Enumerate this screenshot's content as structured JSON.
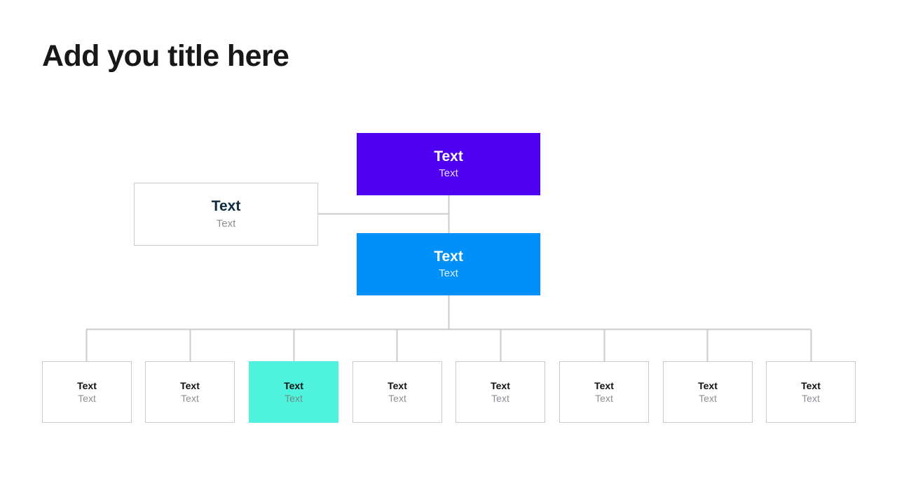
{
  "slide": {
    "title": "Add you title here",
    "background_color": "#ffffff",
    "title_color": "#17181a"
  },
  "palette": {
    "root_purple": "#5000f0",
    "second_blue": "#0090fa",
    "highlight_teal": "#4ff2dc",
    "box_border": "#c9cbcd",
    "connector": "#c9cbcd",
    "navy_text": "#0d2b45",
    "muted_text": "#8a8f94",
    "dark_text": "#101114"
  },
  "chart_data": {
    "type": "diagram",
    "diagram_kind": "organization-chart",
    "title": "Add you title here",
    "levels": 3,
    "nodes": [
      {
        "id": "root",
        "level": 1,
        "title": "Text",
        "subtitle": "Text",
        "fill": "#5000f0",
        "text_color": "#ffffff"
      },
      {
        "id": "side",
        "level": 1,
        "title": "Text",
        "subtitle": "Text",
        "fill": "#ffffff",
        "text_color": "#0d2b45"
      },
      {
        "id": "second",
        "level": 2,
        "title": "Text",
        "subtitle": "Text",
        "fill": "#0090fa",
        "text_color": "#ffffff"
      },
      {
        "id": "leaf-1",
        "level": 3,
        "title": "Text",
        "subtitle": "Text",
        "fill": "#ffffff",
        "text_color": "#101114"
      },
      {
        "id": "leaf-2",
        "level": 3,
        "title": "Text",
        "subtitle": "Text",
        "fill": "#ffffff",
        "text_color": "#101114"
      },
      {
        "id": "leaf-3",
        "level": 3,
        "title": "Text",
        "subtitle": "Text",
        "fill": "#4ff2dc",
        "text_color": "#0c1013"
      },
      {
        "id": "leaf-4",
        "level": 3,
        "title": "Text",
        "subtitle": "Text",
        "fill": "#ffffff",
        "text_color": "#101114"
      },
      {
        "id": "leaf-5",
        "level": 3,
        "title": "Text",
        "subtitle": "Text",
        "fill": "#ffffff",
        "text_color": "#101114"
      },
      {
        "id": "leaf-6",
        "level": 3,
        "title": "Text",
        "subtitle": "Text",
        "fill": "#ffffff",
        "text_color": "#101114"
      },
      {
        "id": "leaf-7",
        "level": 3,
        "title": "Text",
        "subtitle": "Text",
        "fill": "#ffffff",
        "text_color": "#101114"
      },
      {
        "id": "leaf-8",
        "level": 3,
        "title": "Text",
        "subtitle": "Text",
        "fill": "#ffffff",
        "text_color": "#101114"
      }
    ],
    "edges": [
      {
        "from": "root",
        "to": "second"
      },
      {
        "from": "root",
        "to": "side"
      },
      {
        "from": "second",
        "to": "leaf-1"
      },
      {
        "from": "second",
        "to": "leaf-2"
      },
      {
        "from": "second",
        "to": "leaf-3"
      },
      {
        "from": "second",
        "to": "leaf-4"
      },
      {
        "from": "second",
        "to": "leaf-5"
      },
      {
        "from": "second",
        "to": "leaf-6"
      },
      {
        "from": "second",
        "to": "leaf-7"
      },
      {
        "from": "second",
        "to": "leaf-8"
      }
    ]
  },
  "root_node": {
    "title": "Text",
    "subtitle": "Text"
  },
  "side_node": {
    "title": "Text",
    "subtitle": "Text"
  },
  "second_node": {
    "title": "Text",
    "subtitle": "Text"
  },
  "leaves": [
    {
      "title": "Text",
      "subtitle": "Text"
    },
    {
      "title": "Text",
      "subtitle": "Text"
    },
    {
      "title": "Text",
      "subtitle": "Text"
    },
    {
      "title": "Text",
      "subtitle": "Text"
    },
    {
      "title": "Text",
      "subtitle": "Text"
    },
    {
      "title": "Text",
      "subtitle": "Text"
    },
    {
      "title": "Text",
      "subtitle": "Text"
    },
    {
      "title": "Text",
      "subtitle": "Text"
    }
  ]
}
